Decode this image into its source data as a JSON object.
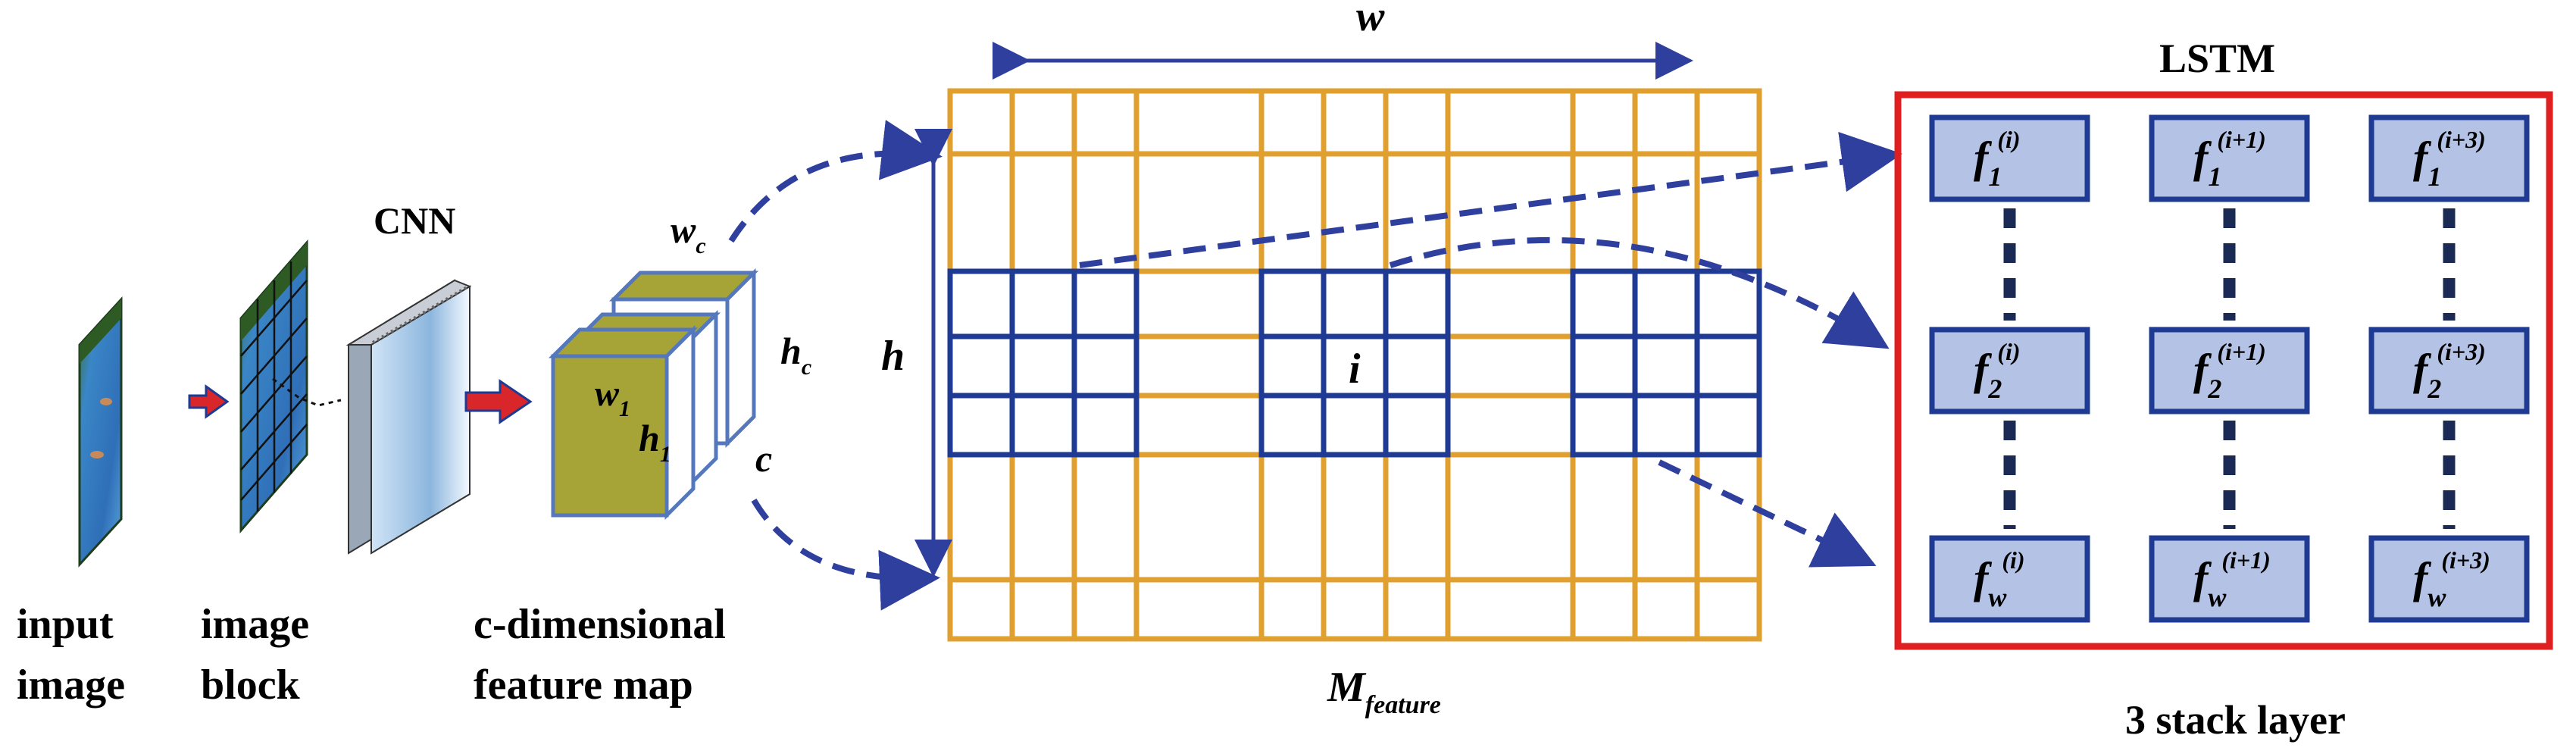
{
  "labels": {
    "input_image_1": "input",
    "input_image_2": "image",
    "image_block_1": "image",
    "image_block_2": "block",
    "cnn": "CNN",
    "feature_map_1": "c-dimensional",
    "feature_map_2": "feature map",
    "w_c": "w",
    "w_c_sub": "c",
    "h_c": "h",
    "h_c_sub": "c",
    "c_dim": "c",
    "w1": "w",
    "w1_sub": "1",
    "h1": "h",
    "h1_sub": "1",
    "grid_w": "w",
    "grid_h": "h",
    "grid_i": "i",
    "m_feature": "M",
    "m_feature_sub": "feature",
    "lstm": "LSTM",
    "stack_layer": "3 stack layer"
  },
  "lstm_cells": [
    [
      {
        "base": "f",
        "sub": "1",
        "sup": "(i)"
      },
      {
        "base": "f",
        "sub": "1",
        "sup": "(i+1)"
      },
      {
        "base": "f",
        "sub": "1",
        "sup": "(i+3)"
      }
    ],
    [
      {
        "base": "f",
        "sub": "2",
        "sup": "(i)"
      },
      {
        "base": "f",
        "sub": "2",
        "sup": "(i+1)"
      },
      {
        "base": "f",
        "sub": "2",
        "sup": "(i+3)"
      }
    ],
    [
      {
        "base": "f",
        "sub": "w",
        "sup": "(i)"
      },
      {
        "base": "f",
        "sub": "w",
        "sup": "(i+1)"
      },
      {
        "base": "f",
        "sub": "w",
        "sup": "(i+3)"
      }
    ]
  ],
  "colors": {
    "grid_orange": "#E0A030",
    "grid_blue": "#1F3A93",
    "arrow_blue": "#2E3F9E",
    "red_arrow": "#D9262B",
    "lstm_border": "#E02020",
    "cell_fill": "#B4C2E6",
    "cell_border": "#1F3A93",
    "olive": "#A6A437",
    "cube_edge": "#5577BB"
  }
}
